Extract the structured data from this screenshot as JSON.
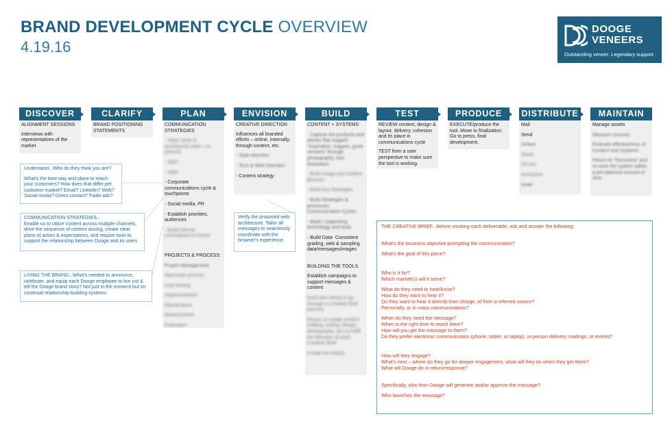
{
  "header": {
    "title_bold": "BRAND DEVELOPMENT CYCLE",
    "title_light": "OVERVIEW",
    "date": "4.19.16"
  },
  "logo": {
    "name_line1": "DOOGE",
    "name_line2": "VENEERS",
    "tagline": "Outstanding veneer. Legendary support."
  },
  "stages": {
    "discover": {
      "label": "DISCOVER",
      "line1": "ALIGNMENT SESSIONS",
      "line2": "Interviews with representatives of the market"
    },
    "clarify": {
      "label": "CLARIFY",
      "line1": "BRAND POSITIONING STATEMENTS"
    },
    "plan": {
      "label": "PLAN",
      "line1": "COMMUNICATION STRATEGIES",
      "items": [
        "Sales cycle & touchpoints (web + in-person)",
        "SEO",
        "SEM",
        "Corporate communications cycle & touchpoints",
        "Social media, PR",
        "Establish priorities, audiences",
        "Build internal commitment to brand"
      ],
      "projects_heading": "PROJECTS & PROCESS:",
      "projects": [
        "Project Management",
        "Approvals process",
        "User testing",
        "Implementation",
        "Maintenance",
        "Measurement",
        "Evaluation"
      ]
    },
    "envision": {
      "label": "ENVISION",
      "line1": "CREATIVE DIRECTION",
      "line2": "Influences all branded efforts – online, internally, through content, etc.",
      "items": [
        "Style direction",
        "Tech & Web Direction",
        "Content strategy"
      ],
      "note": "Verify the proposed web architecture. Tailor all messages to seamlessly coordinate with the browser's experience."
    },
    "build": {
      "label": "BUILD",
      "line1": "CONTENT + SYSTEMS",
      "items": [
        "Capture the products and stories that support \"inspiration, support, great veneers\" through photography, text, illustration",
        "Build image and content libraries",
        "Build key messages",
        "Build Strategies & processes, Communication Cycles",
        "Build | supporting technology and tools",
        "Build Data- Consistent grading, web & sampling data/messages/images"
      ],
      "tools_heading": "BUILDING THE TOOLS",
      "tools_line": "Establish campaigns to support messages & content",
      "tools_items": [
        "Each tool needs to go through a Creative Brief process",
        "Revise or create content (editing, writing, design, photography, etc) to fulfill the direction of each Creative Brief",
        "Create the tool(s)"
      ]
    },
    "test": {
      "label": "TEST",
      "line1": "REVIEW content, design & layout, delivery, cohesion and its place in communications cycle",
      "line2": "TEST from a user perspective to make sure the tool is working."
    },
    "produce": {
      "label": "PRODUCE",
      "line1": "EXECUTE/produce the tool. Move to finalization. Go to press, final development."
    },
    "distribute": {
      "label": "DISTRIBUTE",
      "items": [
        "Mail",
        "Send",
        "Deliver",
        "Share",
        "Go live",
        "Announce",
        "Invite"
      ]
    },
    "maintain": {
      "label": "MAINTAIN",
      "items": [
        "Manage assets",
        "Measure success",
        "Evaluate effectiveness of Content and Systems",
        "Return to \"Discovery\" and re-work the system within a pre-planned amount of time."
      ]
    }
  },
  "callouts": {
    "understand": {
      "p1": "Understand...Who do they think you are?",
      "p2": "What's the best way and place to reach your customers? How does that differ per customer market? Email? LinkedIn? Web? Social media? Direct contact? Trade ads?"
    },
    "comm": {
      "p1": "COMMUNICATION STRATEGIES...",
      "p2": "Enable us to utilize content across multiple channels, drive the sequence of content dosing, create clear plans of action & expectations, and require tools to support the relationship between Dooge and its users"
    },
    "living": {
      "p1": "LIVING THE BRAND...What's needed to announce, celebrate, and equip each Dooge employee to live out & tell the Dooge brand story? Not just in the moment but on continual relationship-building systems."
    }
  },
  "brief": {
    "intro": "THE CREATIVE BRIEF...Before creating each deliverable, ask and answer the following:",
    "q_objective": "What's the business objective prompting the communication?",
    "q_goal": "What's the goal of this piece?",
    "q_who1": "Who is it for?",
    "q_who2": "Which market(s) will it serve?",
    "q_what1": "What do they need to hear/know?",
    "q_what2": "How do they want to hear it?",
    "q_what3": "Do they want to hear it directly from Dooge, of from a referred source?",
    "q_what4": "Personally, or in mass communications?",
    "q_when1": "When do they need the message?",
    "q_when2": "When is the right time to reach them?",
    "q_when3": "How will you get the message to them?",
    "q_when4": "Do they prefer electronic communication (phone, tablet, or laptop), in-person delivery, mailings, or events?",
    "q_engage1": "How will they engage?",
    "q_engage2": "What's next – where do they go for deeper engagement, what will they do when they get there?",
    "q_engage3": "What will Dooge do in return/response?",
    "q_who_gen": "Specifically, who from Dooge will generate and/or approve the message?",
    "q_launch": "Who launches the message?"
  },
  "colors": {
    "brand_blue": "#1f5f80",
    "callout_blue": "#1b6aa8",
    "brief_red": "#d63b1f"
  }
}
